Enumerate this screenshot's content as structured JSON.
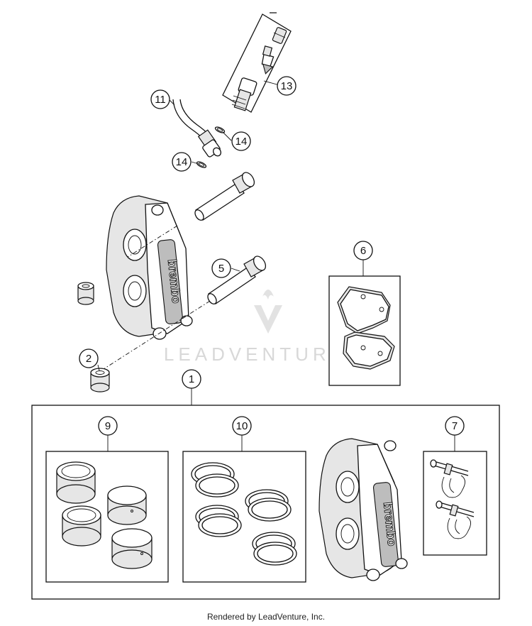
{
  "callouts": [
    "1",
    "2",
    "5",
    "6",
    "7",
    "9",
    "10",
    "11",
    "13",
    "14",
    "14"
  ],
  "watermark": {
    "text": "LEADVENTURE"
  },
  "caliper_brand": "brembo",
  "footer": {
    "text": "Rendered by LeadVenture, Inc."
  }
}
